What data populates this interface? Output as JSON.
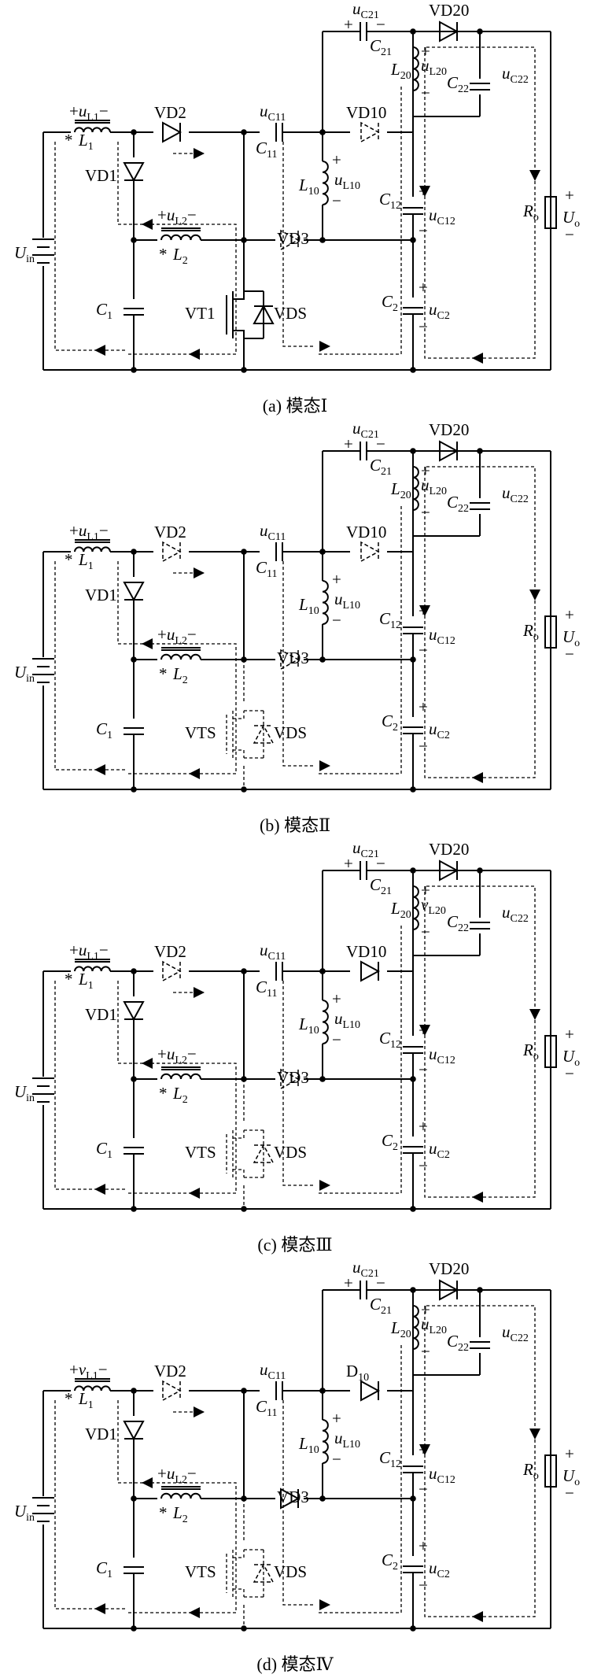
{
  "panels": [
    {
      "caption": "(a)  模态Ⅰ",
      "switch_label": "VT1",
      "diode_label": "VDS",
      "vd10_label": "VD10",
      "vl1_sym": "u",
      "vl20_sym": "u"
    },
    {
      "caption": "(b)  模态Ⅱ",
      "switch_label": "VTS",
      "diode_label": "VDS",
      "vd10_label": "VD10",
      "vl1_sym": "u",
      "vl20_sym": "u"
    },
    {
      "caption": "(c)  模态Ⅲ",
      "switch_label": "VTS",
      "diode_label": "VDS",
      "vd10_label": "VD10",
      "vl1_sym": "u",
      "vl20_sym": "v"
    },
    {
      "caption": "(d)  模态Ⅳ",
      "switch_label": "VTS",
      "diode_label": "VDS",
      "vd10_label": "D",
      "vl1_sym": "v",
      "vl20_sym": "u"
    }
  ],
  "labels": {
    "vd2": "VD2",
    "vd1": "VD1",
    "vd3": "VD3",
    "vd20": "VD20",
    "uin": "U",
    "uin_sub": "in",
    "l1": "L",
    "l1_sub": "1",
    "l2": "L",
    "l2_sub": "2",
    "c1": "C",
    "c1_sub": "1",
    "c11": "C",
    "c11_sub": "11",
    "uc11": "u",
    "uc11_sub": "C11",
    "l10": "L",
    "l10_sub": "10",
    "ul10": "u",
    "ul10_sub": "L10",
    "c12": "C",
    "c12_sub": "12",
    "uc12": "u",
    "uc12_sub": "C12",
    "c2": "C",
    "c2_sub": "2",
    "uc2": "u",
    "uc2_sub": "C2",
    "c21": "C",
    "c21_sub": "21",
    "uc21": "u",
    "uc21_sub": "C21",
    "l20": "L",
    "l20_sub": "20",
    "ul20_sub": "L20",
    "c22": "C",
    "c22_sub": "22",
    "uc22": "u",
    "uc22_sub": "C22",
    "ro": "R",
    "ro_sub": "o",
    "uo": "U",
    "uo_sub": "o",
    "ul1_sub": "L1",
    "ul2": "u",
    "ul2_sub": "L2",
    "vd10_sub": "10",
    "plus": "+",
    "minus": "−",
    "star": "*"
  }
}
